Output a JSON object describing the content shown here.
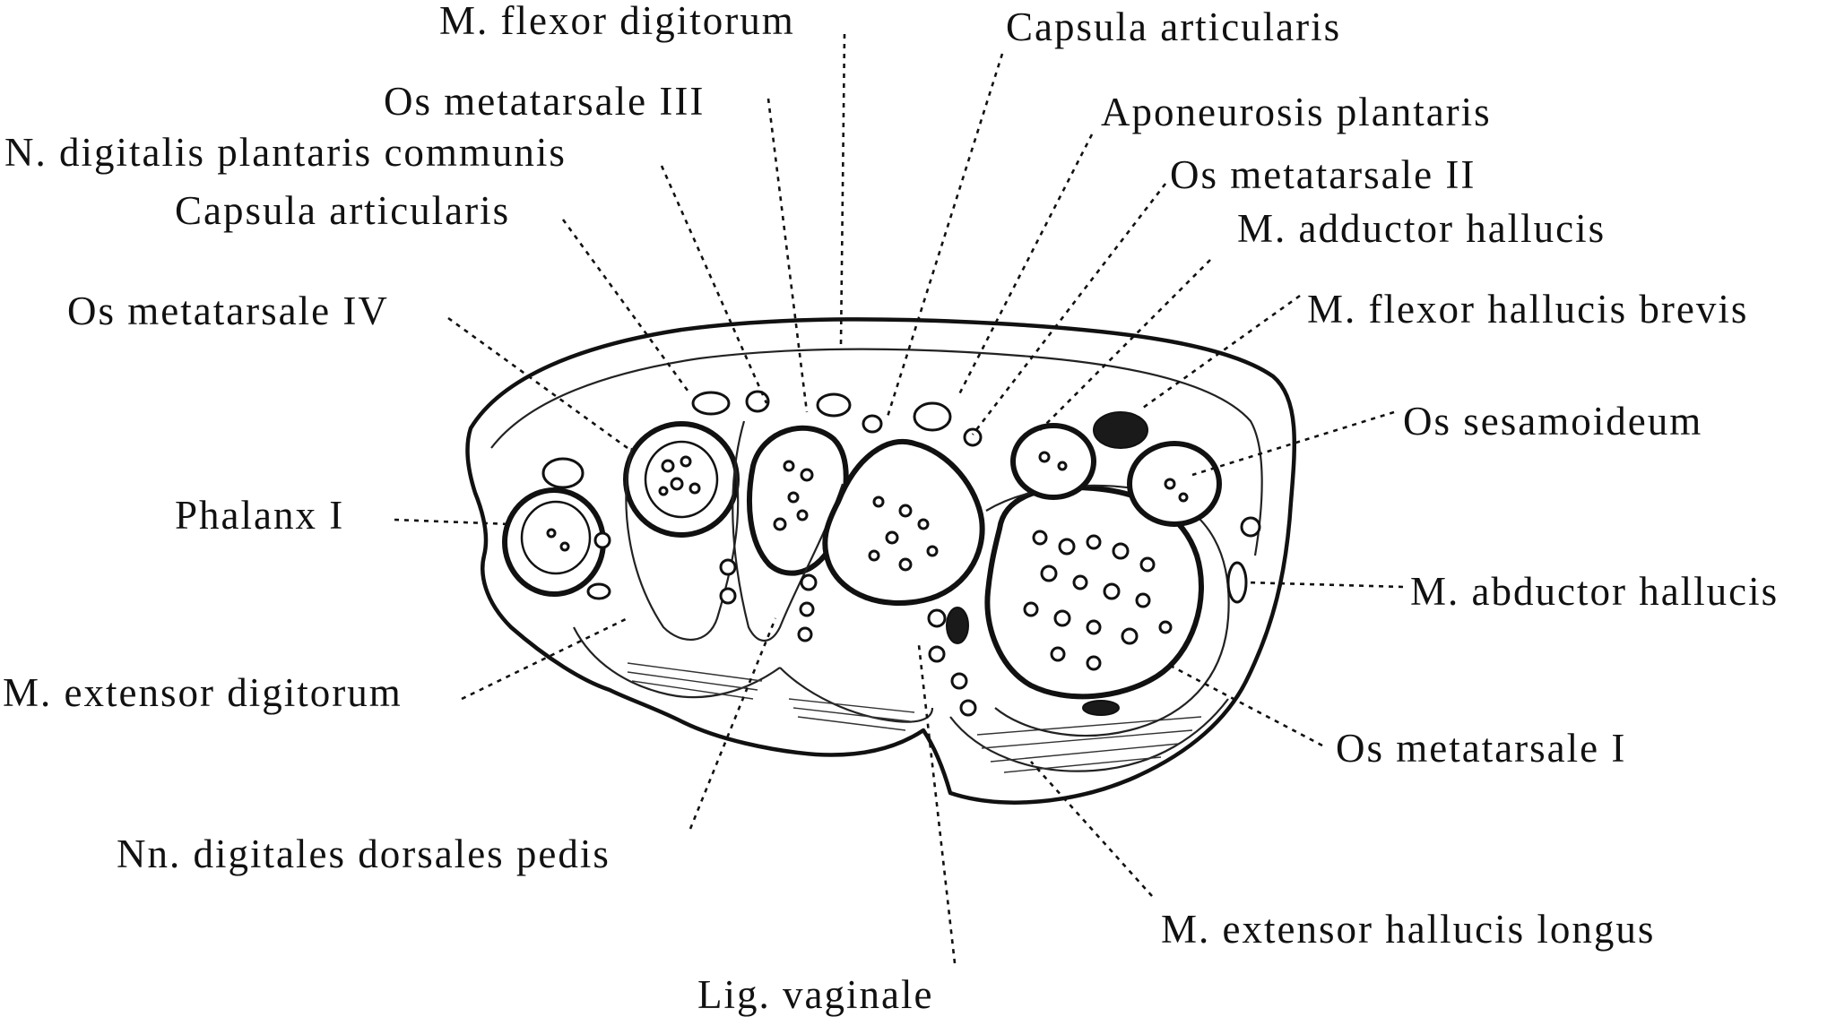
{
  "labels": {
    "m_flexor_digitorum": "M. flexor digitorum",
    "capsula_articularis_top": "Capsula articularis",
    "os_metatarsale_iii": "Os metatarsale III",
    "aponeurosis_plantaris": "Aponeurosis plantaris",
    "n_digitalis_plantaris_communis": "N. digitalis plantaris communis",
    "os_metatarsale_ii": "Os metatarsale II",
    "capsula_articularis_left": "Capsula articularis",
    "m_adductor_hallucis": "M. adductor hallucis",
    "os_metatarsale_iv": "Os metatarsale IV",
    "m_flexor_hallucis_brevis": "M. flexor hallucis brevis",
    "os_sesamoideum": "Os sesamoideum",
    "phalanx_i": "Phalanx I",
    "m_abductor_hallucis": "M. abductor hallucis",
    "m_extensor_digitorum": "M. extensor digitorum",
    "os_metatarsale_i": "Os metatarsale I",
    "nn_digitales_dorsales_pedis": "Nn. digitales dorsales pedis",
    "m_extensor_hallucis_longus": "M. extensor hallucis longus",
    "lig_vaginale": "Lig. vaginale"
  }
}
